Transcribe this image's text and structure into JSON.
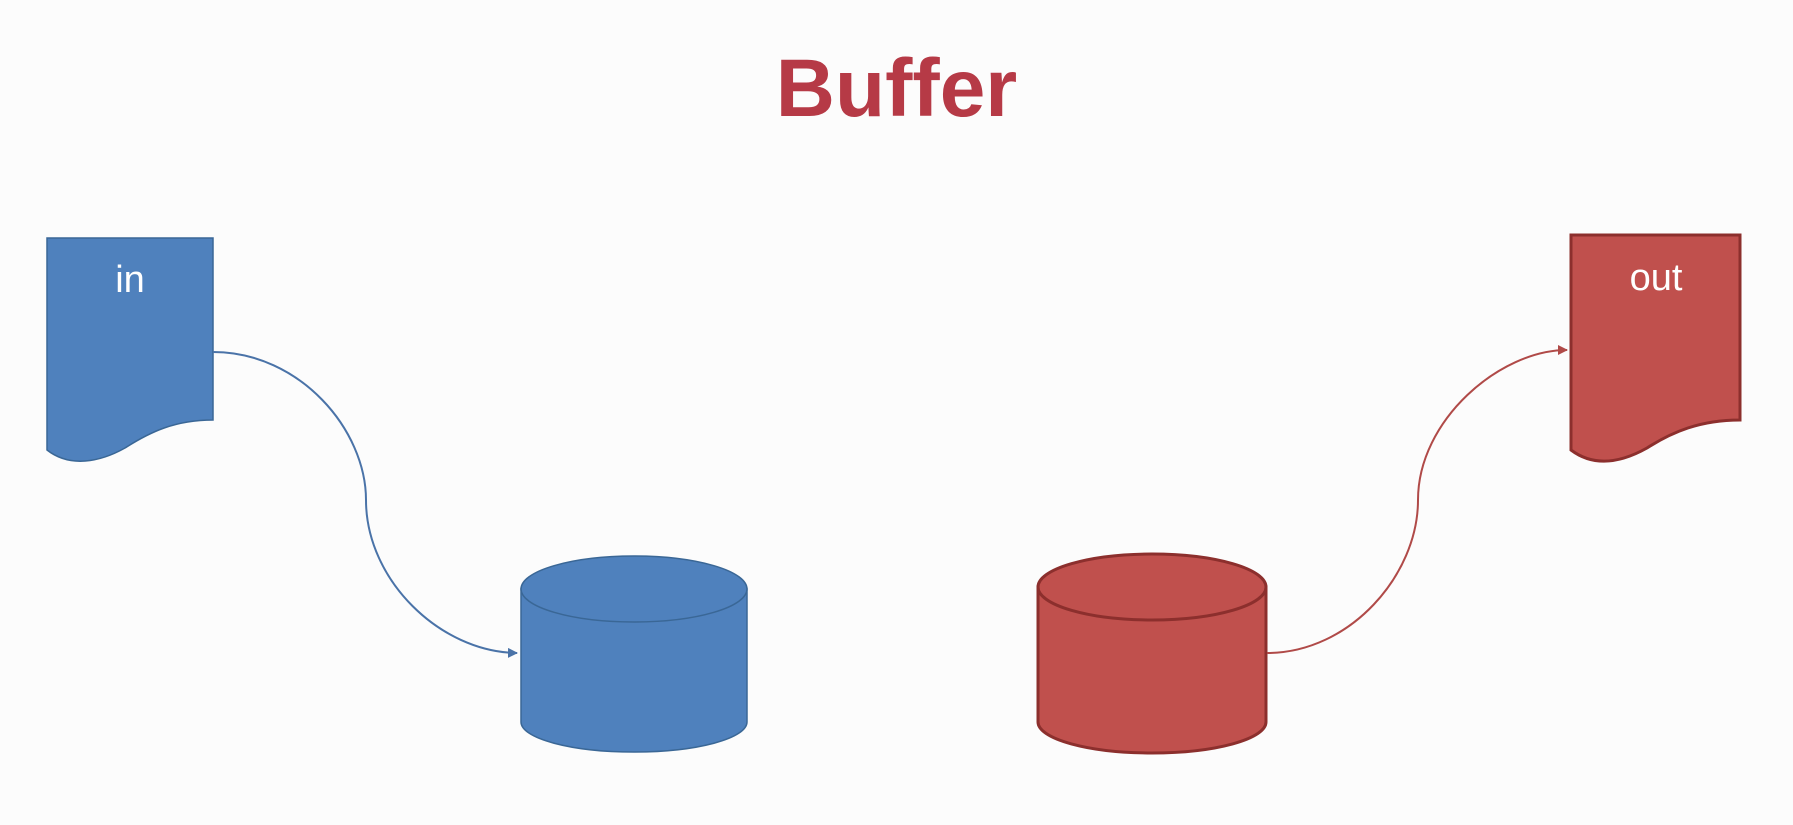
{
  "title": "Buffer",
  "colors": {
    "title": "#b63a46",
    "input_fill": "#4f81bd",
    "input_stroke": "#3a6796",
    "output_fill": "#c0504d",
    "output_stroke": "#8c2f2d",
    "input_arrow": "#4a73a8",
    "output_arrow": "#b04a48"
  },
  "nodes": {
    "input_document": {
      "label": "in",
      "shape": "document"
    },
    "input_buffer": {
      "label": "",
      "shape": "cylinder"
    },
    "output_buffer": {
      "label": "",
      "shape": "cylinder"
    },
    "output_document": {
      "label": "out",
      "shape": "document"
    }
  },
  "edges": [
    {
      "from": "input_document",
      "to": "input_buffer"
    },
    {
      "from": "output_buffer",
      "to": "output_document"
    }
  ]
}
